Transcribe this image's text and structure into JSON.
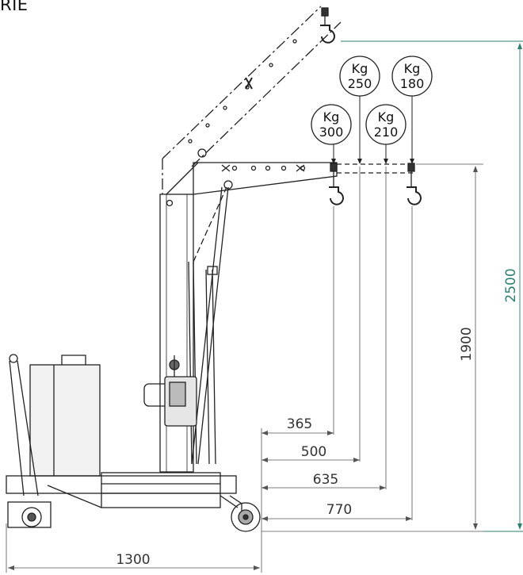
{
  "heading": "RIE",
  "colors": {
    "line": "#222222",
    "dim": "#555555",
    "total_dim": "#2f7f6f"
  },
  "dimensions": {
    "height_total": "2500",
    "height_arm": "1900",
    "base_length": "1300",
    "reach": [
      "365",
      "500",
      "635",
      "770"
    ]
  },
  "capacity_badges": [
    {
      "unit": "Kg",
      "value": "300"
    },
    {
      "unit": "Kg",
      "value": "250"
    },
    {
      "unit": "Kg",
      "value": "210"
    },
    {
      "unit": "Kg",
      "value": "180"
    }
  ],
  "icons": [
    "hook-icon",
    "wheel-icon",
    "hydraulic-pump-icon"
  ]
}
